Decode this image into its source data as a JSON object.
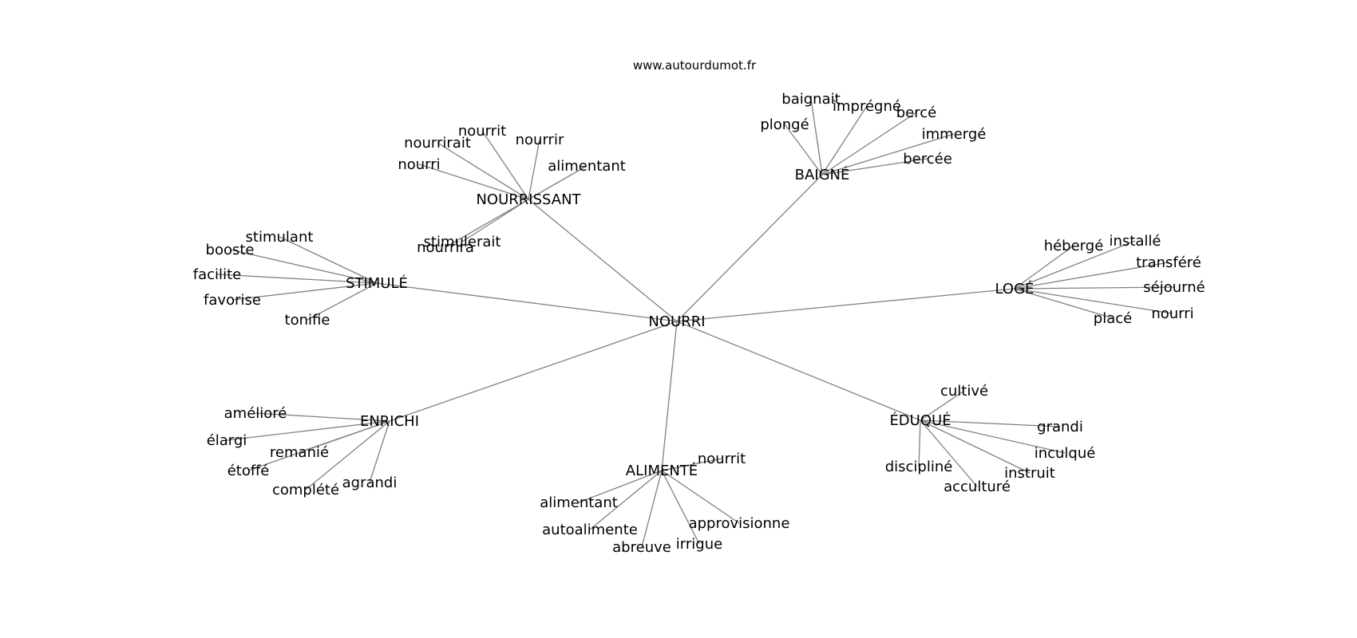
{
  "source_label": "www.autourdumot.fr",
  "center": {
    "id": "nourri",
    "label": "NOURRI"
  },
  "hubs": [
    {
      "id": "nourrissant",
      "label": "NOURRISSANT",
      "leaves": [
        {
          "id": "nourrissant-nourri",
          "label": "nourri"
        },
        {
          "id": "nourrissant-nourrirait",
          "label": "nourrirait"
        },
        {
          "id": "nourrissant-nourrit",
          "label": "nourrit"
        },
        {
          "id": "nourrissant-nourrir",
          "label": "nourrir"
        },
        {
          "id": "nourrissant-alimentant",
          "label": "alimentant"
        },
        {
          "id": "nourrissant-stimulerait",
          "label": "stimulerait"
        },
        {
          "id": "nourrissant-nourrira",
          "label": "nourrira"
        }
      ]
    },
    {
      "id": "baigne",
      "label": "BAIGNÉ",
      "leaves": [
        {
          "id": "baigne-plonge",
          "label": "plongé"
        },
        {
          "id": "baigne-baignait",
          "label": "baignait"
        },
        {
          "id": "baigne-impregne",
          "label": "imprégné"
        },
        {
          "id": "baigne-berce",
          "label": "bercé"
        },
        {
          "id": "baigne-immerge",
          "label": "immergé"
        },
        {
          "id": "baigne-bercee",
          "label": "bercée"
        }
      ]
    },
    {
      "id": "loge",
      "label": "LOGÉ",
      "leaves": [
        {
          "id": "loge-heberge",
          "label": "hébergé"
        },
        {
          "id": "loge-installe",
          "label": "installé"
        },
        {
          "id": "loge-transfere",
          "label": "transféré"
        },
        {
          "id": "loge-sejourne",
          "label": "séjourné"
        },
        {
          "id": "loge-nourri",
          "label": "nourri"
        },
        {
          "id": "loge-place",
          "label": "placé"
        }
      ]
    },
    {
      "id": "stimule",
      "label": "STIMULÉ",
      "leaves": [
        {
          "id": "stimule-stimulant",
          "label": "stimulant"
        },
        {
          "id": "stimule-booste",
          "label": "booste"
        },
        {
          "id": "stimule-facilite",
          "label": "facilite"
        },
        {
          "id": "stimule-favorise",
          "label": "favorise"
        },
        {
          "id": "stimule-tonifie",
          "label": "tonifie"
        }
      ]
    },
    {
      "id": "enrichi",
      "label": "ENRICHI",
      "leaves": [
        {
          "id": "enrichi-ameliore",
          "label": "amélioré"
        },
        {
          "id": "enrichi-elargi",
          "label": "élargi"
        },
        {
          "id": "enrichi-remanie",
          "label": "remanié"
        },
        {
          "id": "enrichi-etoffe",
          "label": "étoffé"
        },
        {
          "id": "enrichi-complete",
          "label": "complété"
        },
        {
          "id": "enrichi-agrandi",
          "label": "agrandi"
        }
      ]
    },
    {
      "id": "alimente",
      "label": "ALIMENTÉ",
      "leaves": [
        {
          "id": "alimente-nourrit",
          "label": "nourrit"
        },
        {
          "id": "alimente-alimentant",
          "label": "alimentant"
        },
        {
          "id": "alimente-autoalimente",
          "label": "autoalimente"
        },
        {
          "id": "alimente-abreuve",
          "label": "abreuve"
        },
        {
          "id": "alimente-irrigue",
          "label": "irrigue"
        },
        {
          "id": "alimente-approvisionne",
          "label": "approvisionne"
        }
      ]
    },
    {
      "id": "eduque",
      "label": "ÉDUQUÉ",
      "leaves": [
        {
          "id": "eduque-cultive",
          "label": "cultivé"
        },
        {
          "id": "eduque-grandi",
          "label": "grandi"
        },
        {
          "id": "eduque-inculque",
          "label": "inculqué"
        },
        {
          "id": "eduque-instruit",
          "label": "instruit"
        },
        {
          "id": "eduque-acculture",
          "label": "acculturé"
        },
        {
          "id": "eduque-discipline",
          "label": "discipliné"
        }
      ]
    }
  ]
}
